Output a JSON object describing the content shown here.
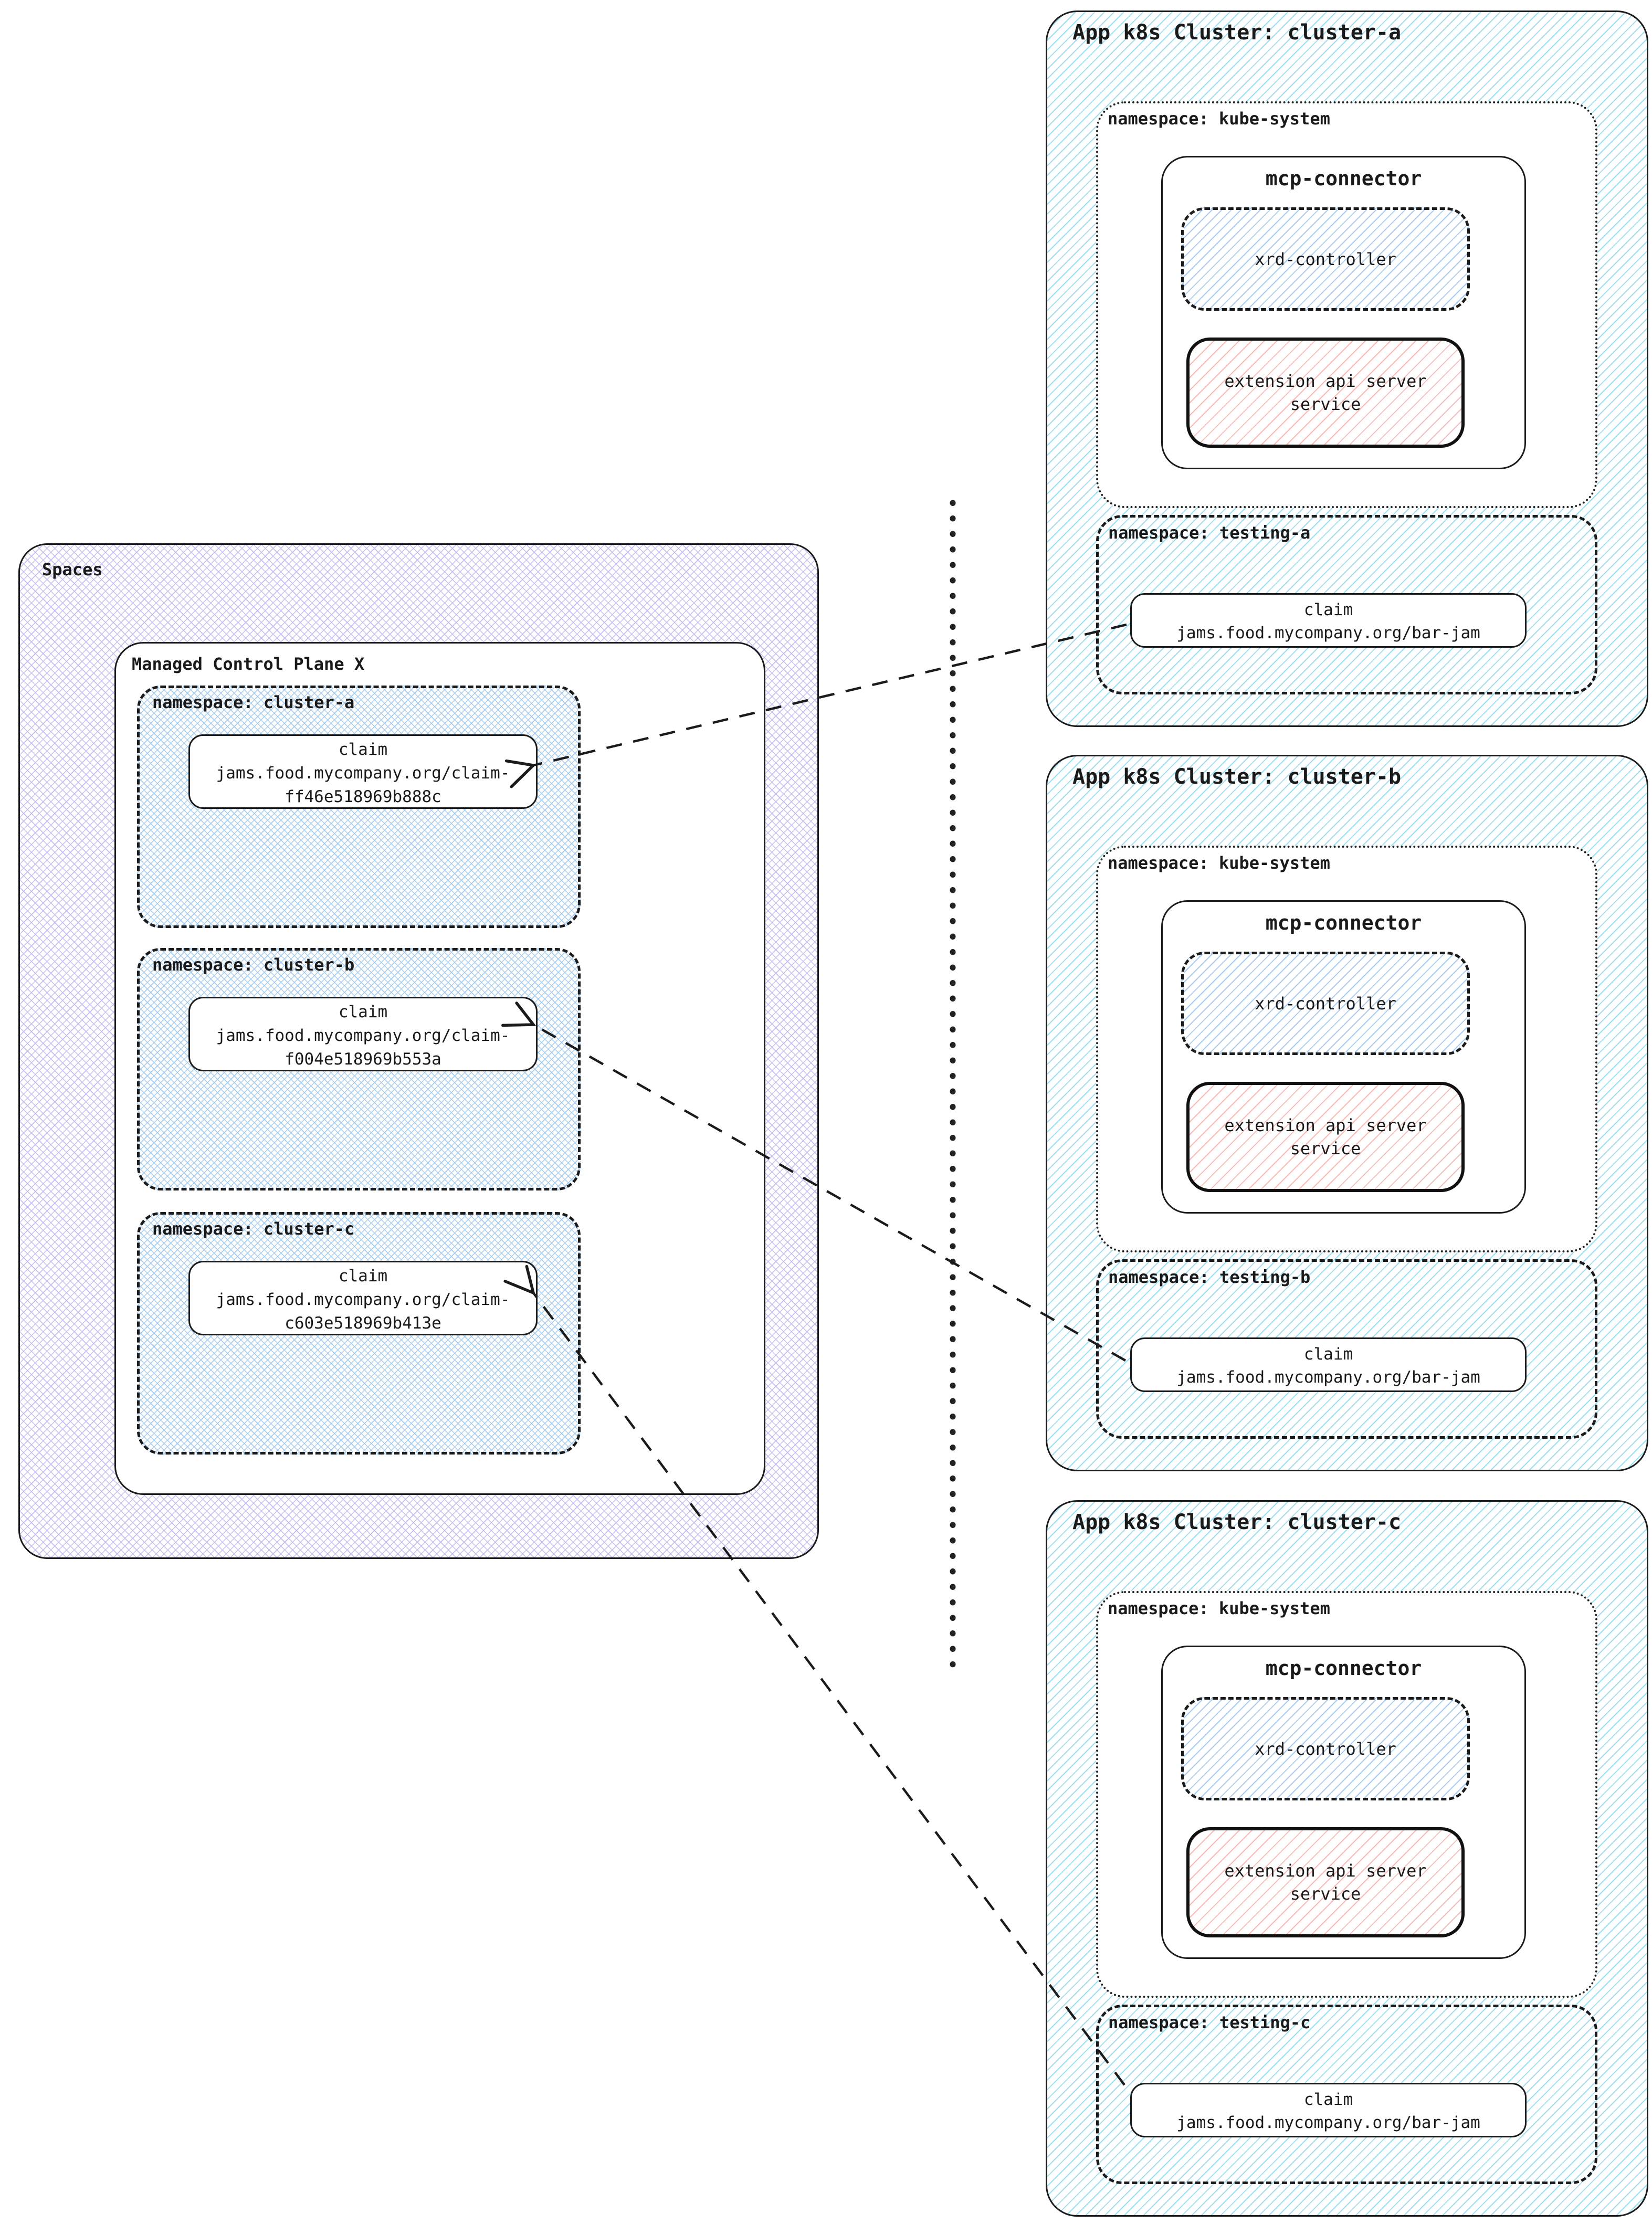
{
  "spaces": {
    "label": "Spaces",
    "control_plane": {
      "label": "Managed Control Plane X",
      "namespaces": [
        {
          "label": "namespace: cluster-a",
          "claim_title": "claim",
          "claim_line1": "jams.food.mycompany.org/claim-",
          "claim_line2": "ff46e518969b888c"
        },
        {
          "label": "namespace: cluster-b",
          "claim_title": "claim",
          "claim_line1": "jams.food.mycompany.org/claim-",
          "claim_line2": "f004e518969b553a"
        },
        {
          "label": "namespace: cluster-c",
          "claim_title": "claim",
          "claim_line1": "jams.food.mycompany.org/claim-",
          "claim_line2": "c603e518969b413e"
        }
      ]
    }
  },
  "clusters": [
    {
      "title": "App k8s Cluster: cluster-a",
      "kube_system_label": "namespace: kube-system",
      "mcp_connector_title": "mcp-connector",
      "xrd_controller_label": "xrd-controller",
      "extension_api_label": "extension api server service",
      "testing_label": "namespace: testing-a",
      "claim_title": "claim",
      "claim_value": "jams.food.mycompany.org/bar-jam"
    },
    {
      "title": "App k8s Cluster: cluster-b",
      "kube_system_label": "namespace: kube-system",
      "mcp_connector_title": "mcp-connector",
      "xrd_controller_label": "xrd-controller",
      "extension_api_label": "extension api server service",
      "testing_label": "namespace: testing-b",
      "claim_title": "claim",
      "claim_value": "jams.food.mycompany.org/bar-jam"
    },
    {
      "title": "App k8s Cluster: cluster-c",
      "kube_system_label": "namespace: kube-system",
      "mcp_connector_title": "mcp-connector",
      "xrd_controller_label": "xrd-controller",
      "extension_api_label": "extension api server service",
      "testing_label": "namespace: testing-c",
      "claim_title": "claim",
      "claim_value": "jams.food.mycompany.org/bar-jam"
    }
  ],
  "colors": {
    "cluster_hatch": "#9fdef0",
    "spaces_hatch": "#c7bcf3",
    "namespace_hatch": "#a6cdf0",
    "xrd_hatch": "#abccf2",
    "extension_hatch": "#f6bcba",
    "line": "#1b1b1b"
  }
}
